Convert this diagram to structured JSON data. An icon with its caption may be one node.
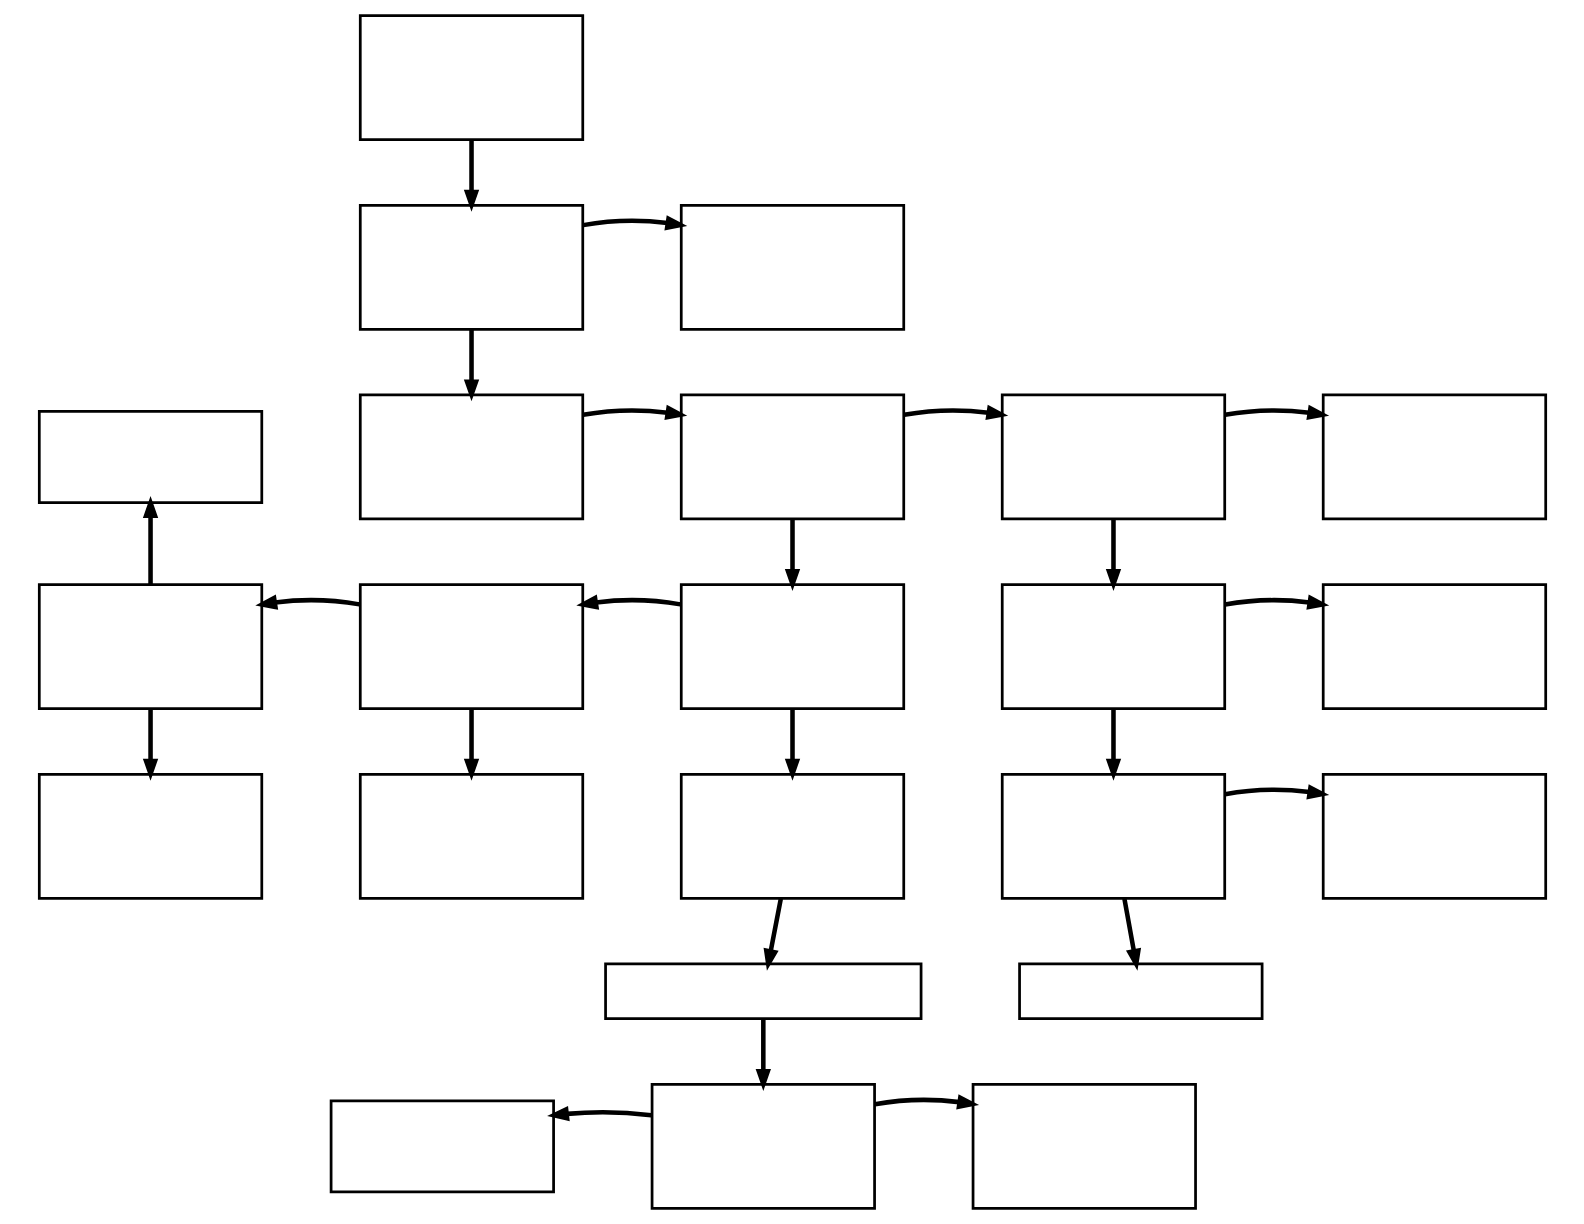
{
  "diagram": {
    "nodes": [
      {
        "text": [],
        "shape": "box"
      },
      {
        "text": [],
        "shape": "box"
      },
      {
        "text": [],
        "shape": "box"
      },
      {
        "text": [],
        "shape": "box"
      },
      {
        "text": [],
        "shape": "box"
      },
      {
        "text": [],
        "shape": "box"
      },
      {
        "text": [],
        "shape": "box"
      },
      {
        "text": [],
        "shape": "box"
      },
      {
        "text": [],
        "shape": "box"
      },
      {
        "text": [],
        "shape": "box"
      },
      {
        "text": [],
        "shape": "box"
      },
      {
        "text": [],
        "shape": "box"
      },
      {
        "text": [],
        "shape": "box"
      },
      {
        "text": [],
        "shape": "box"
      },
      {
        "text": [],
        "shape": "box"
      },
      {
        "text": [],
        "shape": "box"
      },
      {
        "text": [],
        "shape": "box"
      },
      {
        "text": [],
        "shape": "box"
      },
      {
        "text": [],
        "shape": "box"
      },
      {
        "text": [],
        "shape": "box"
      },
      {
        "text": [],
        "shape": "box"
      },
      {
        "text": [],
        "shape": "box"
      },
      {
        "text": [],
        "shape": "box"
      }
    ],
    "edges": [
      {
        "from": 0,
        "to": 1,
        "arrow": "to"
      },
      {
        "from": 1,
        "to": 2,
        "arrow": "to"
      },
      {
        "from": 1,
        "to": 4,
        "arrow": "to"
      },
      {
        "from": 4,
        "to": 5,
        "arrow": "to"
      },
      {
        "from": 5,
        "to": 6,
        "arrow": "to"
      },
      {
        "from": 6,
        "to": 7,
        "arrow": "to"
      },
      {
        "from": 5,
        "to": 10,
        "arrow": "to"
      },
      {
        "from": 6,
        "to": 11,
        "arrow": "to"
      },
      {
        "from": 10,
        "to": 9,
        "arrow": "to"
      },
      {
        "from": 9,
        "to": 8,
        "arrow": "to"
      },
      {
        "from": 8,
        "to": 3,
        "arrow": "to"
      },
      {
        "from": 8,
        "to": 13,
        "arrow": "to"
      },
      {
        "from": 9,
        "to": 14,
        "arrow": "to"
      },
      {
        "from": 10,
        "to": 15,
        "arrow": "to"
      },
      {
        "from": 11,
        "to": 12,
        "arrow": "to"
      },
      {
        "from": 11,
        "to": 16,
        "arrow": "to"
      },
      {
        "from": 16,
        "to": 17,
        "arrow": "to"
      },
      {
        "from": 15,
        "to": 18,
        "arrow": "to"
      },
      {
        "from": 16,
        "to": 19,
        "arrow": "to"
      },
      {
        "from": 18,
        "to": 21,
        "arrow": "to"
      },
      {
        "from": 21,
        "to": 20,
        "arrow": "to"
      },
      {
        "from": 21,
        "to": 22,
        "arrow": "to"
      }
    ]
  }
}
